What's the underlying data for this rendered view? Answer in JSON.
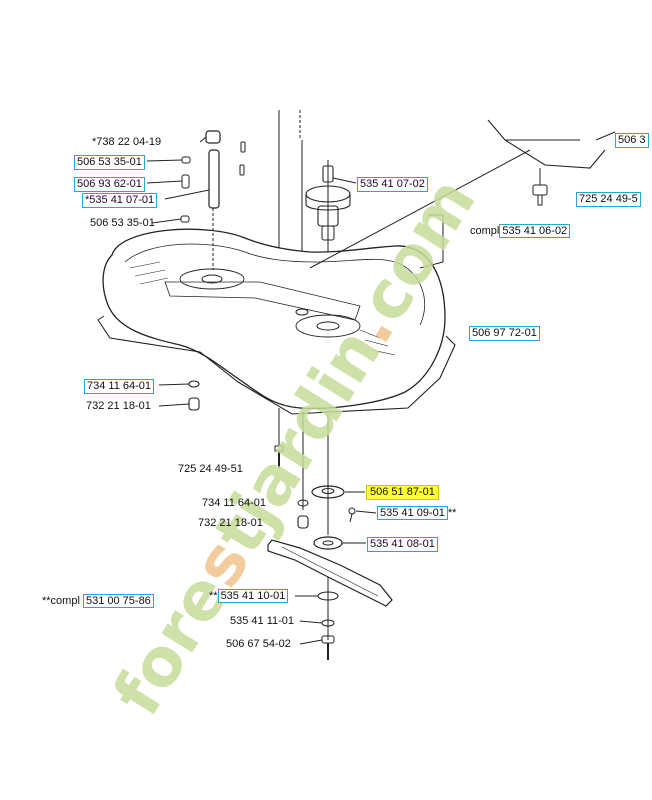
{
  "watermark": "forestjardin.com",
  "colors": {
    "label_box": "#2aa3d8",
    "highlight": "#ffff33",
    "watermark_green": "#c6dc9a",
    "watermark_orange": "#f1c48e",
    "line": "#222222"
  },
  "parts": {
    "p01": {
      "pre": "*",
      "num": "738 22 04-19",
      "suf": ""
    },
    "p02": {
      "pre": "",
      "num": "506 53 35-01",
      "suf": ""
    },
    "p03": {
      "pre": "",
      "num": "506 93 62-01",
      "suf": ""
    },
    "p04": {
      "pre": "*",
      "num": "535 41 07-01",
      "suf": ""
    },
    "p05": {
      "pre": "",
      "num": "506 53 35-01",
      "suf": ""
    },
    "p06": {
      "pre": "",
      "num": "535 41 07-02",
      "suf": ""
    },
    "p07": {
      "pre": "",
      "num": "506 3",
      "suf": ""
    },
    "p08": {
      "pre": "",
      "num": "725 24 49-5",
      "suf": ""
    },
    "p09": {
      "pre": "compl",
      "num": "535 41 06-02",
      "suf": ""
    },
    "p10": {
      "pre": "",
      "num": "506 97 72-01",
      "suf": ""
    },
    "p11": {
      "pre": "",
      "num": "734 11 64-01",
      "suf": ""
    },
    "p12": {
      "pre": "",
      "num": "732 21 18-01",
      "suf": ""
    },
    "p13": {
      "pre": "",
      "num": "725 24 49-51",
      "suf": ""
    },
    "p14": {
      "pre": "",
      "num": "506 51 87-01",
      "suf": ""
    },
    "p15": {
      "pre": "",
      "num": "734 11 64-01",
      "suf": ""
    },
    "p16": {
      "pre": "",
      "num": "535 41 09-01",
      "suf": "**"
    },
    "p17": {
      "pre": "",
      "num": "732 21 18-01",
      "suf": ""
    },
    "p18": {
      "pre": "",
      "num": "535 41 08-01",
      "suf": ""
    },
    "p19": {
      "pre": "**compl",
      "num": "531 00 75-86",
      "suf": ""
    },
    "p20": {
      "pre": "**",
      "num": "535 41 10-01",
      "suf": ""
    },
    "p21": {
      "pre": "",
      "num": "535 41 11-01",
      "suf": ""
    },
    "p22": {
      "pre": "",
      "num": "506 67 54-02",
      "suf": ""
    }
  }
}
